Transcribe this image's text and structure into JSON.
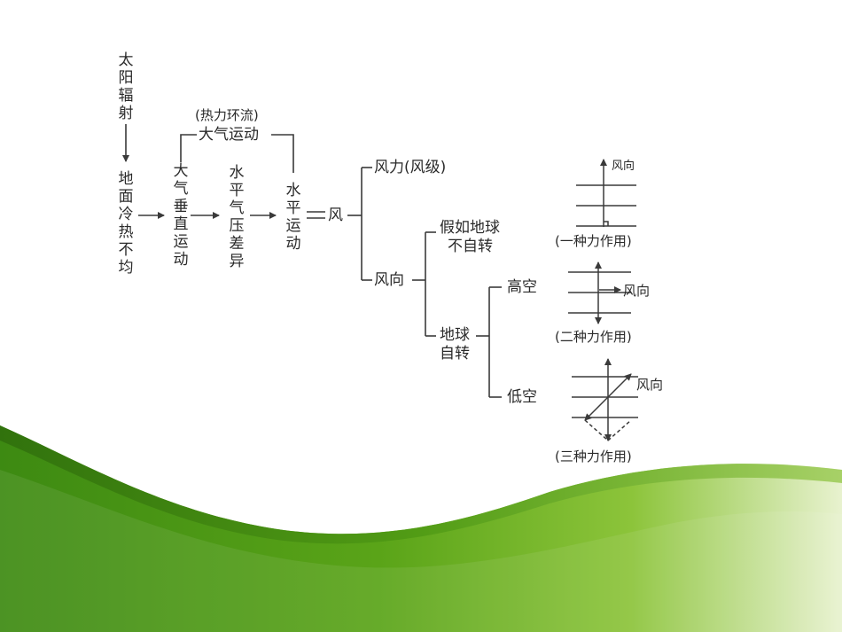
{
  "diagram": {
    "solar_radiation": "太阳辐射",
    "uneven_heating": "地面冷热不均",
    "vertical_motion": "大气垂直运动",
    "pressure_difference": "水平气压差异",
    "horizontal_motion": "水平运动",
    "circulation_note": "(热力环流)",
    "atmospheric_motion": "大气运动",
    "equals_wind": "风",
    "wind_force": "风力(风级)",
    "wind_direction": "风向",
    "no_rotation": [
      "假如地球",
      "不自转"
    ],
    "earth_rotation": [
      "地球",
      "自转"
    ],
    "upper_air": "高空",
    "low_air": "低空",
    "panel_1_label": "风向",
    "panel_1_caption": "(一种力作用)",
    "panel_2_label": "风向",
    "panel_2_caption": "(二种力作用)",
    "panel_3_label": "风向",
    "panel_3_caption": "(三种力作用)"
  },
  "colors": {
    "green_dark": "#3d8a12",
    "green_mid": "#6db51e",
    "green_light": "#e4f0c4",
    "line": "#3a3a3a"
  }
}
